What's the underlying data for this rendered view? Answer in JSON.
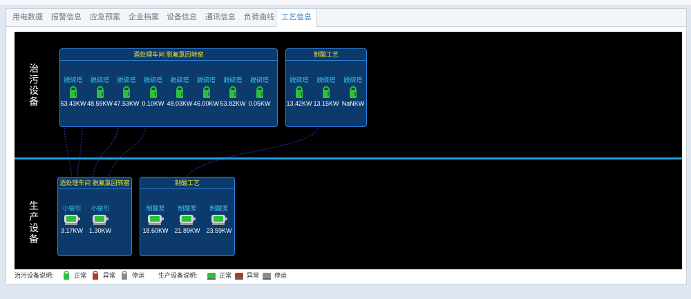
{
  "tabs": [
    {
      "label": "用电数据"
    },
    {
      "label": "报警信息"
    },
    {
      "label": "应急预案"
    },
    {
      "label": "企业档案"
    },
    {
      "label": "设备信息"
    },
    {
      "label": "通讯信息"
    },
    {
      "label": "负荷曲线"
    },
    {
      "label": "工艺信息"
    }
  ],
  "active_tab": "工艺信息",
  "sections": {
    "pollution_label": "治污设备",
    "production_label": "生产设备"
  },
  "pollution_groups": [
    {
      "title": "酒处理车间 脱氟氯回转窑",
      "devices": [
        {
          "name": "脱硫塔",
          "value": "53.43KW",
          "status": "normal"
        },
        {
          "name": "脱硫塔",
          "value": "48.59KW",
          "status": "normal"
        },
        {
          "name": "脱硫塔",
          "value": "47.53KW",
          "status": "normal"
        },
        {
          "name": "脱硫塔",
          "value": "0.10KW",
          "status": "normal"
        },
        {
          "name": "脱硫塔",
          "value": "48.03KW",
          "status": "normal"
        },
        {
          "name": "脱硫塔",
          "value": "46.00KW",
          "status": "normal"
        },
        {
          "name": "脱硫塔",
          "value": "53.82KW",
          "status": "normal"
        },
        {
          "name": "脱硫塔",
          "value": "0.05KW",
          "status": "normal"
        }
      ]
    },
    {
      "title": "制酸工艺",
      "devices": [
        {
          "name": "脱硫塔",
          "value": "13.42KW",
          "status": "normal"
        },
        {
          "name": "脱硫塔",
          "value": "13.15KW",
          "status": "normal"
        },
        {
          "name": "脱硫塔",
          "value": "NaNKW",
          "status": "normal"
        }
      ]
    }
  ],
  "production_groups": [
    {
      "title": "酒处理车间 脱氟氯回转窑",
      "devices": [
        {
          "name": "小窑引",
          "value": "3.17KW",
          "status": "normal"
        },
        {
          "name": "小窑引",
          "value": "1.30KW",
          "status": "normal"
        }
      ]
    },
    {
      "title": "制酸工艺",
      "devices": [
        {
          "name": "制酸泵",
          "value": "18.60KW",
          "status": "normal"
        },
        {
          "name": "制酸泵",
          "value": "21.89KW",
          "status": "normal"
        },
        {
          "name": "制酸泵",
          "value": "23.59KW",
          "status": "normal"
        }
      ]
    }
  ],
  "legend": {
    "pollution_title": "治污设备说明:",
    "production_title": "生产设备说明:",
    "normal": "正常",
    "abnormal": "异常",
    "stopped": "停运"
  },
  "colors": {
    "normal": "#2fbf3a",
    "abnormal": "#b8352b",
    "stopped": "#8a8a8a",
    "title": "#e8e23a",
    "device_name": "#36c7f0",
    "box_bg": "#0b3a6b",
    "box_border": "#2d7fd6",
    "divider": "#1ea0e6"
  }
}
